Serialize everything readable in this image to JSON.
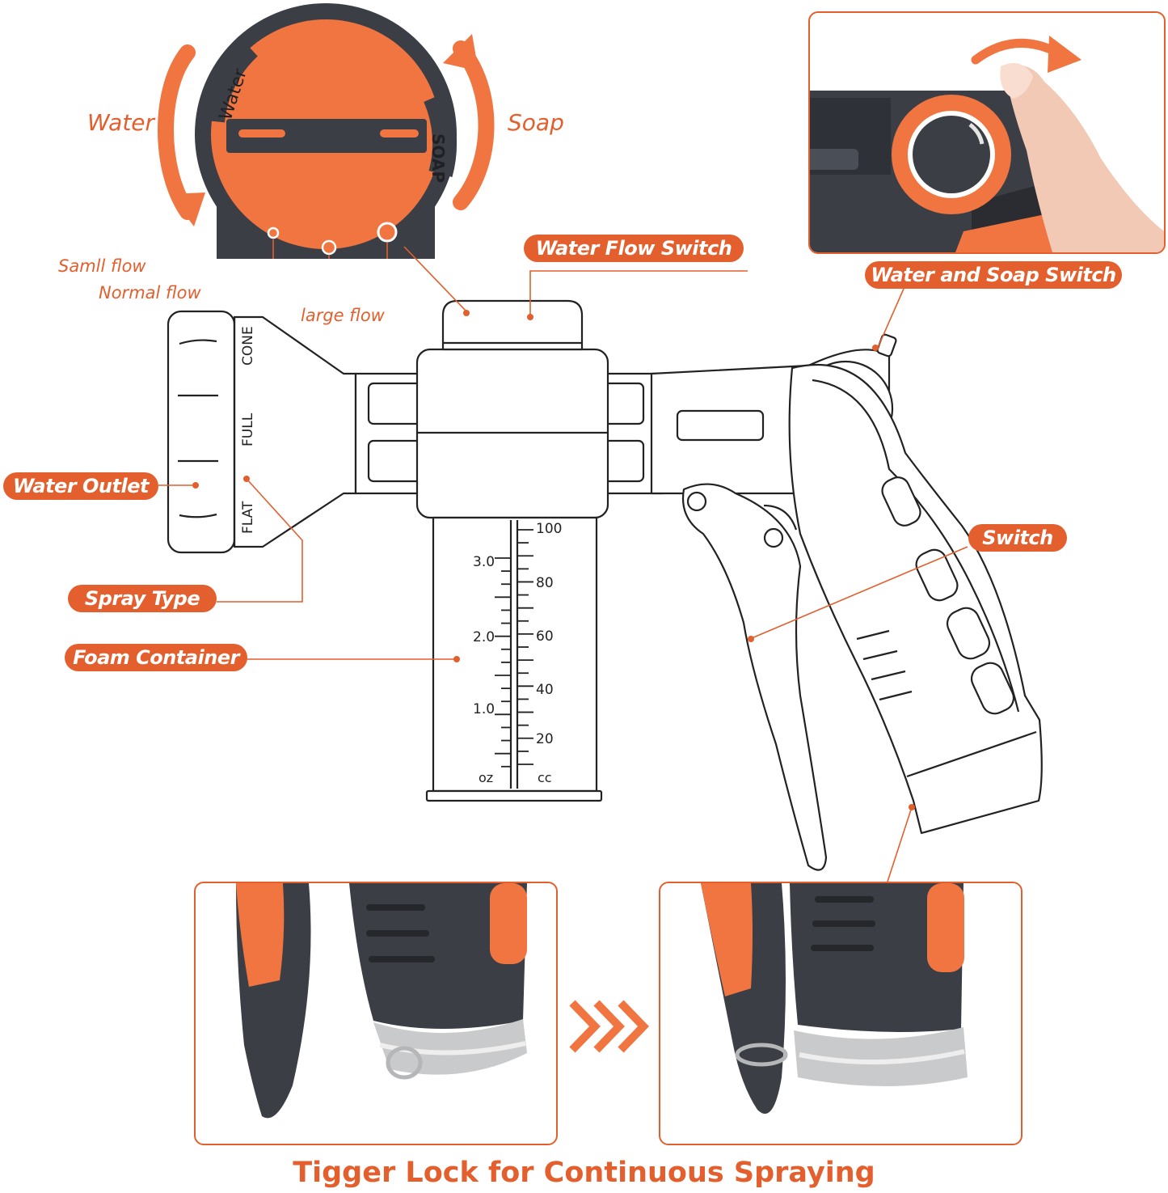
{
  "dial": {
    "water_label": "Water",
    "soap_label": "Soap",
    "dial_text_water": "Water",
    "dial_text_soap": "SOAP",
    "small_flow": "Samll flow",
    "normal_flow": "Normal flow",
    "large_flow": "large flow"
  },
  "callouts": {
    "water_flow_switch": "Water Flow Switch",
    "water_and_soap_switch": "Water and Soap  Switch",
    "water_outlet": "Water Outlet",
    "spray_type": "Spray Type",
    "foam_container": "Foam Container",
    "switch": "Switch"
  },
  "nozzle": {
    "modes": [
      "CONE",
      "FULL",
      "FLAT"
    ]
  },
  "container_scale": {
    "oz_labels": [
      "3.0",
      "2.0",
      "1.0",
      "oz"
    ],
    "cc_labels": [
      "100",
      "80",
      "60",
      "40",
      "20",
      "cc"
    ]
  },
  "caption": "Tigger Lock for Continuous Spraying",
  "colors": {
    "accent": "#e35f2d",
    "dark": "#3b3e45",
    "outline": "#222222",
    "metal": "#c9cacc"
  },
  "icons": [
    "rotate-arrow-icon",
    "chevron-right-icon"
  ]
}
